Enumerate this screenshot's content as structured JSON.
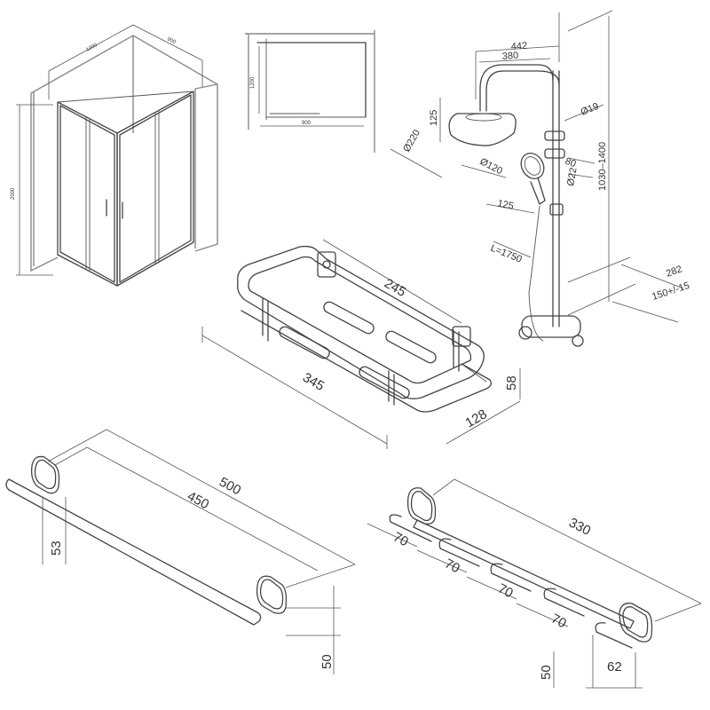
{
  "colors": {
    "line": "#444444",
    "text": "#333333",
    "background": "#ffffff"
  },
  "enclosure": {
    "width_label": "1200",
    "depth_label": "900",
    "height_label": "2000"
  },
  "plan": {
    "side_label": "1200",
    "bottom_label": "900"
  },
  "shower": {
    "overall_label": "442",
    "arm_label": "380",
    "head_height_label": "125",
    "head_diameter_label": "Ø220",
    "hand_diameter_label": "Ø120",
    "pipe_label": "Ø19",
    "bracket_label": "80",
    "bar_pipe_label": "Ø22",
    "handle_label": "125",
    "height_range_label": "1030–1400",
    "hose_label": "L=1750",
    "depth_label": "282",
    "spacing_label": "150+/-15"
  },
  "basket": {
    "inner_label": "245",
    "length_label": "345",
    "height_label": "58",
    "depth_label": "128"
  },
  "towel_bar": {
    "overall_label": "500",
    "rod_label": "450",
    "projection_label": "53",
    "height_label": "50"
  },
  "hook_rail": {
    "overall_label": "330",
    "spacing_labels": [
      "70",
      "70",
      "70",
      "70"
    ],
    "height_label": "50",
    "depth_label": "62"
  }
}
